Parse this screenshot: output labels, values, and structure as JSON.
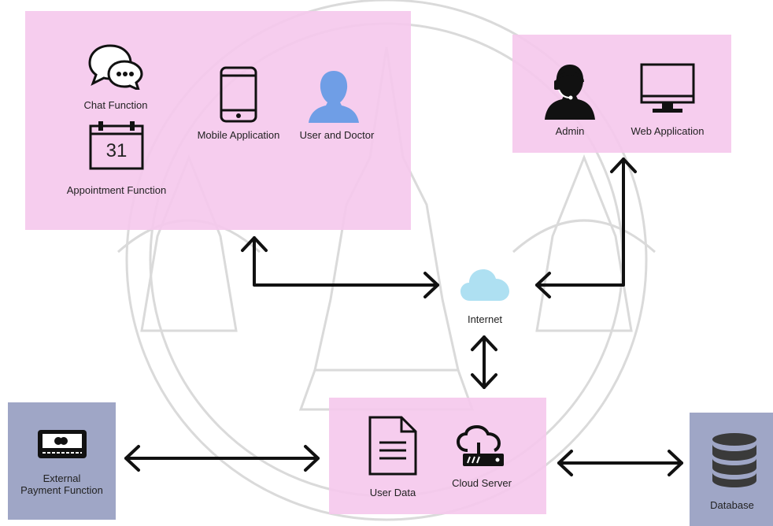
{
  "mobile_group": {
    "chat_label": "Chat Function",
    "calendar_day": "31",
    "appointment_label": "Appointment Function",
    "mobile_label": "Mobile Application",
    "user_label": "User and Doctor"
  },
  "web_group": {
    "admin_label": "Admin",
    "web_label": "Web Application"
  },
  "internet_label": "Internet",
  "server_group": {
    "userdata_label": "User Data",
    "cloud_label": "Cloud Server"
  },
  "payment_label": "External\nPayment Function",
  "database_label": "Database",
  "colors": {
    "group_pink": "#f5c8ec",
    "external_slate": "#9fa6c6",
    "user_blue": "#6f9ee6",
    "cloud_blue": "#aee0f2",
    "watermark": "#d6d6d6"
  }
}
